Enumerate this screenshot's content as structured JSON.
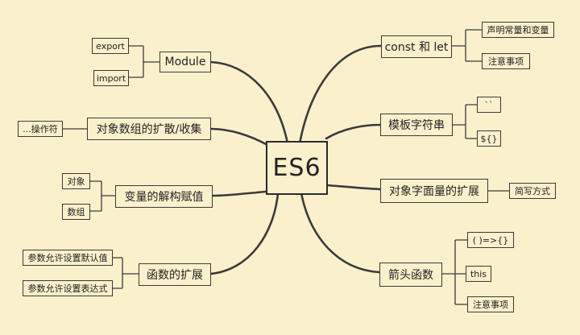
{
  "root": {
    "label": "ES6"
  },
  "branches": {
    "module": {
      "label": "Module",
      "children": [
        "export",
        "import"
      ]
    },
    "array": {
      "label": "对象数组的扩散/收集",
      "children": [
        "...操作符"
      ]
    },
    "destructure": {
      "label": "变量的解构赋值",
      "children": [
        "对象",
        "数组"
      ]
    },
    "func": {
      "label": "函数的扩展",
      "children": [
        "参数允许设置默认值",
        "参数允许设置表达式"
      ]
    },
    "constlet": {
      "label": "const 和 let",
      "children": [
        "声明常量和变量",
        "注意事项"
      ]
    },
    "template": {
      "label": "模板字符串",
      "children": [
        "``",
        "${}"
      ]
    },
    "objlit": {
      "label": "对象字面量的扩展",
      "children": [
        "简写方式"
      ]
    },
    "arrow": {
      "label": "箭头函数",
      "children": [
        "( )=>{}",
        "this",
        "注意事项"
      ]
    }
  }
}
